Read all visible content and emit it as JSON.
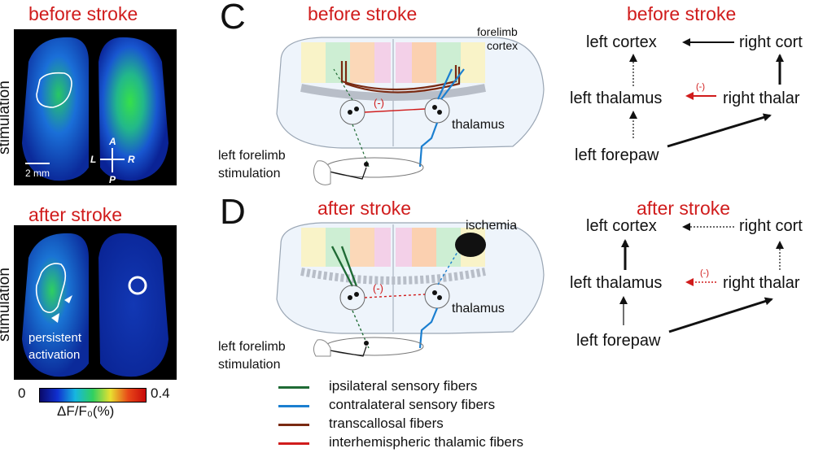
{
  "panelA": {
    "title": "before stroke",
    "side_label": "stimulation",
    "scale_label": "2 mm",
    "axis_A": "A",
    "axis_P": "P",
    "axis_L": "L",
    "axis_R": "R"
  },
  "panelB": {
    "title": "after stroke",
    "side_label": "stimulation",
    "annotation_line1": "persistent",
    "annotation_line2": "activation",
    "colorbar": {
      "min_label": "0",
      "max_label": "0.4",
      "unit_label": "ΔF/F₀(%)"
    }
  },
  "panelC": {
    "letter": "C",
    "title": "before stroke",
    "forelimb_line1": "forelimb",
    "forelimb_line2": "cortex",
    "inhibition_label": "(-)",
    "thalamus_label": "thalamus",
    "stim_line1": "left forelimb",
    "stim_line2": "stimulation"
  },
  "panelD": {
    "letter": "D",
    "title": "after stroke",
    "ischemia_label": "ischemia",
    "inhibition_label": "(-)",
    "thalamus_label": "thalamus",
    "stim_line1": "left forelimb",
    "stim_line2": "stimulation"
  },
  "flow_before": {
    "title": "before stroke",
    "left_cortex": "left cortex",
    "right_cortex": "right cort",
    "left_thalamus": "left thalamus",
    "right_thalamus": "right thalar",
    "inhibition": "(-)",
    "left_forepaw": "left forepaw"
  },
  "flow_after": {
    "title": "after stroke",
    "left_cortex": "left cortex",
    "right_cortex": "right cort",
    "left_thalamus": "left thalamus",
    "right_thalamus": "right thalar",
    "inhibition": "(-)",
    "left_forepaw": "left forepaw"
  },
  "legend": [
    {
      "label": "ipsilateral sensory fibers",
      "color": "#1f6b35"
    },
    {
      "label": "contralateral sensory fibers",
      "color": "#1b7fd0"
    },
    {
      "label": "transcallosal fibers",
      "color": "#7a2a12"
    },
    {
      "label": "interhemispheric thalamic fibers",
      "color": "#d01c1c"
    }
  ]
}
